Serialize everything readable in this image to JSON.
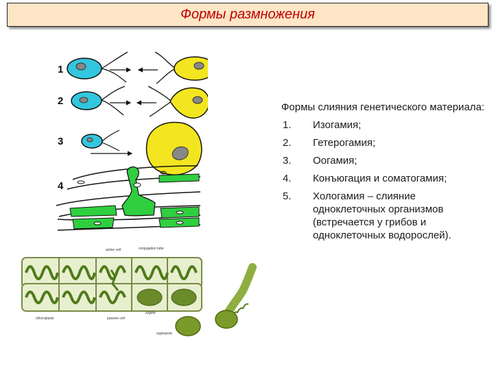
{
  "title": "Формы размножения",
  "figure_top": {
    "labels": [
      "1",
      "2",
      "3",
      "4"
    ]
  },
  "figure_bottom": {
    "annotations": {
      "active_cell": "active cell",
      "conjugation_tube": "conjugation tube",
      "chloroplasts": "chloroplasts",
      "passive_cell": "passive cell",
      "zygote": "zygote",
      "zygospore": "zygospore"
    }
  },
  "text": {
    "heading": "Формы слияния генетического материала:",
    "items": [
      {
        "num": "1.",
        "text": "Изогамия;"
      },
      {
        "num": "2.",
        "text": "Гетерогамия;"
      },
      {
        "num": "3.",
        "text": "Оогамия;"
      },
      {
        "num": "4.",
        "text": "Конъюгация и соматогамия;"
      },
      {
        "num": "5.",
        "text": "Хологамия – слияние одноклеточных организмов (встречается у грибов и одноклеточных водорослей)."
      }
    ]
  },
  "colors": {
    "title_bg": "#fde5c5",
    "title_text": "#c00000",
    "male_gamete": "#33c6df",
    "female_gamete": "#f3e51f",
    "chloroplast_green": "#2fcf3f"
  }
}
